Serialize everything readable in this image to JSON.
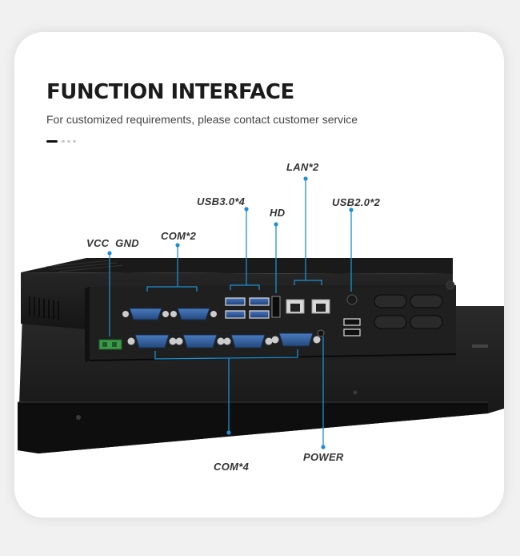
{
  "heading": {
    "title": "FUNCTION INTERFACE",
    "subtitle": "For customized requirements, please contact customer service"
  },
  "pagination": {
    "count": 4,
    "active": 1
  },
  "callouts": {
    "lan": "LAN*2",
    "usb3": "USB3.0*4",
    "hd": "HD",
    "usb2": "USB2.0*2",
    "com2": "COM*2",
    "vcc": "VCC  GND",
    "com4": "COM*4",
    "power": "POWER"
  },
  "colors": {
    "accent": "#1c8fd0",
    "port_blue": "#2f5f9a",
    "terminal_green": "#3c9a48",
    "device_dark": "#1e1e1e"
  }
}
